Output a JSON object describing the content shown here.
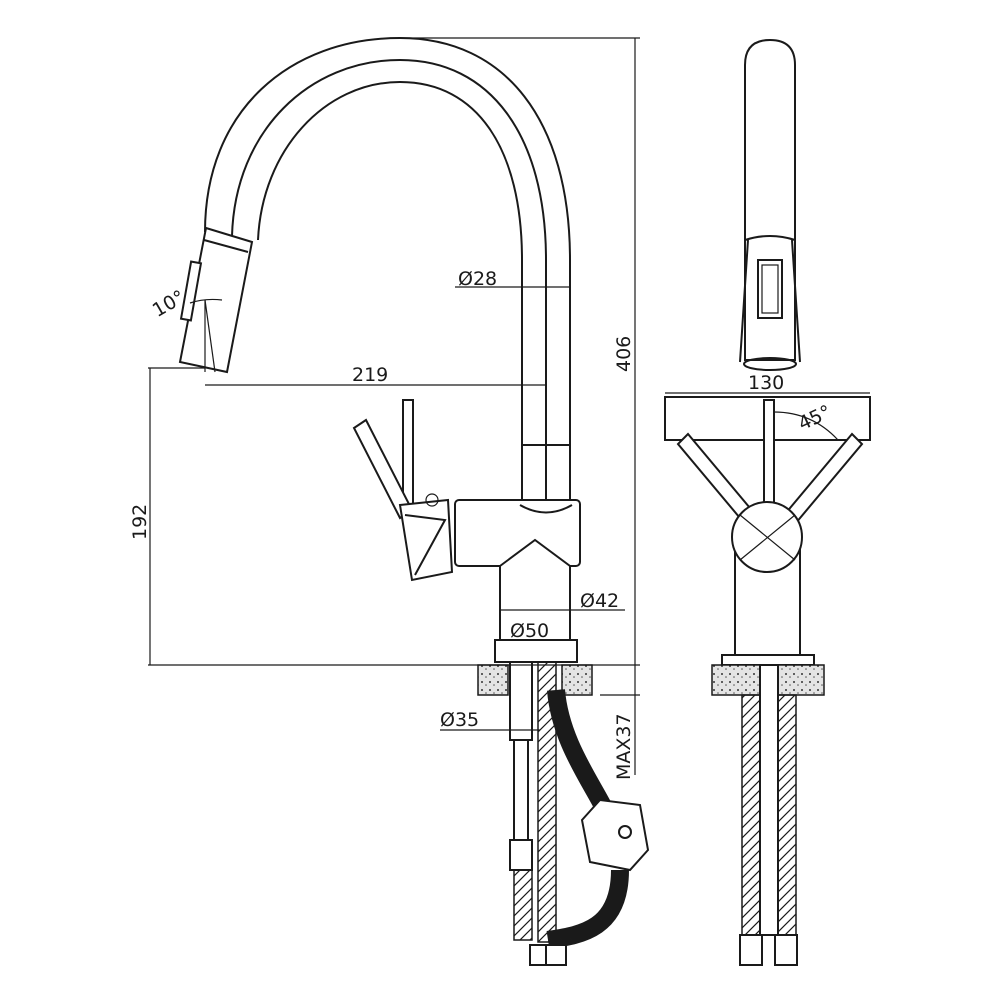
{
  "drawing": {
    "labels": {
      "spray_angle": "10°",
      "spout_diameter": "Ø28",
      "reach": "219",
      "total_height": "406",
      "outlet_height": "192",
      "body_diameter": "Ø42",
      "base_diameter": "Ø50",
      "mount_hole": "Ø35",
      "max_counter_thickness": "MAX37",
      "handle_width": "130",
      "handle_angle": "45°"
    },
    "colors": {
      "line": "#1a1a1a",
      "background": "#ffffff"
    }
  }
}
